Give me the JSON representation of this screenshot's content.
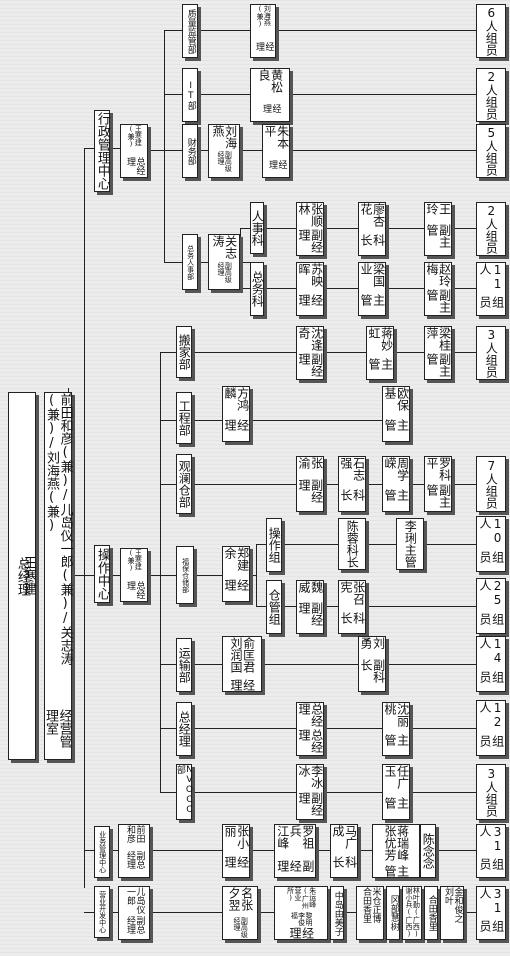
{
  "top": {
    "name": "王寒建",
    "title": "总经理"
  },
  "mgmt": {
    "members": "前田和彦(兼)/儿岛仪一郎(兼)/关志涛(兼)/刘海燕(兼)",
    "office": "经营管理室"
  },
  "centers": {
    "admin": {
      "label": "行政管理中心",
      "gm_name": "王寒建(兼)",
      "gm_title": "总经理"
    },
    "ops": {
      "label": "操作中心",
      "gm_name": "王寒建(兼)",
      "gm_title": "总经理"
    },
    "biz": {
      "label": "业务管理中心",
      "vgm_name": "前田和彦",
      "vgm_title": "副总经理"
    },
    "sales": {
      "label": "营业开发中心",
      "vgm_name": "儿岛仪一郎",
      "vgm_title": "副总经理"
    }
  },
  "depts": {
    "quality": {
      "name": "质量监管部",
      "head": "刘海燕(兼)",
      "head_title": "经理",
      "count": "6人"
    },
    "it": {
      "name": "IT部",
      "head": "黄松良",
      "head_title": "经理",
      "count": "2人"
    },
    "finance": {
      "name": "财务部",
      "vp": "刘海燕",
      "vp_title": "副高级经理",
      "head": "朱本平",
      "head_title": "经理",
      "count": "5人"
    },
    "ga_hr": {
      "name": "总务人事部",
      "vp": "关志涛",
      "vp_title": "副高级经理"
    },
    "hr": {
      "name": "人事科",
      "dm": "张顺林",
      "dm_title": "副经理",
      "chief": "廖杏花",
      "chief_title": "科长",
      "sup": "王玲",
      "sup_title": "副主管",
      "count": "2人"
    },
    "ga": {
      "name": "总务科",
      "m": "苏映晖",
      "m_title": "经理",
      "sup": "梁国业",
      "sup_title": "主管",
      "dsup": "赵玲梅",
      "dsup_title": "副主管",
      "count": "11人"
    },
    "moving": {
      "name": "搬家部",
      "dm": "沈逢奇",
      "dm_title": "副经理",
      "sup": "蒋妙虹",
      "sup_title": "主管",
      "dsup": "梁桂萍",
      "dsup_title": "副主管",
      "count": "3人"
    },
    "eng": {
      "name": "工程部",
      "m": "方鸿麟",
      "m_title": "经理",
      "sup": "欧保基",
      "sup_title": "主管"
    },
    "obs": {
      "name": "观澜仓部",
      "dm": "张渝",
      "dm_title": "副经理",
      "chief": "石志强",
      "chief_title": "科长",
      "sup": "周学嵘",
      "sup_title": "主管",
      "dsup": "罗科平",
      "dsup_title": "副主管",
      "count": "7人"
    },
    "fubao": {
      "name": "福保仓储部",
      "m": "郑建余",
      "m_title": "经理"
    },
    "op_group": {
      "name": "操作组",
      "chief": "陈蓉",
      "chief_title": "科长",
      "sup": "李琍",
      "sup_title": "主管",
      "count": "10人"
    },
    "wh_group": {
      "name": "仓管组",
      "dm": "魏威",
      "dm_title": "副经理",
      "chief": "张召宪",
      "chief_title": "科长",
      "count": "25人"
    },
    "transport": {
      "name": "运输部",
      "m": "俞匡君 刘润国",
      "m_title": "经理",
      "dchief": "刘勇",
      "dchief_title": "副科长",
      "count": "14人"
    },
    "gmo": {
      "name": "总经理",
      "dgm": "总经理",
      "dgm_title": "总经理",
      "sup": "沈丽桃",
      "sup_title": "主管",
      "count": "12人"
    },
    "nvocc": {
      "name": "NVOCC部",
      "dm": "李冰冰",
      "dm_title": "副经理",
      "sup": "任广玉",
      "sup_title": "主管",
      "count": "3人"
    },
    "biz_row": {
      "m": "张小丽",
      "m_title": "经理",
      "dm": "罗祖兵 江峰",
      "dm_title": "副经理",
      "chief": "马广成",
      "chief_title": "科长",
      "sup": "蒋瑞峰 张优芳",
      "sup_title": "主管",
      "extra": "陈念念",
      "count": "31人"
    },
    "sales_row": {
      "vp": "名张夕翌",
      "vp_title": "副高级经理",
      "m_names": "黎明 李俊福",
      "m_sub": "朱运峰(广州营业所)",
      "m_title": "经理",
      "a": "中岛由美子",
      "b": "米仓正博 合田香里",
      "c": "冈部慧树",
      "d": "林叶勤(广西) 谢小兵(广西)",
      "e": "合田香里",
      "f": "金和俊之 刘叶",
      "count": "31人"
    }
  },
  "member_label": "组员"
}
